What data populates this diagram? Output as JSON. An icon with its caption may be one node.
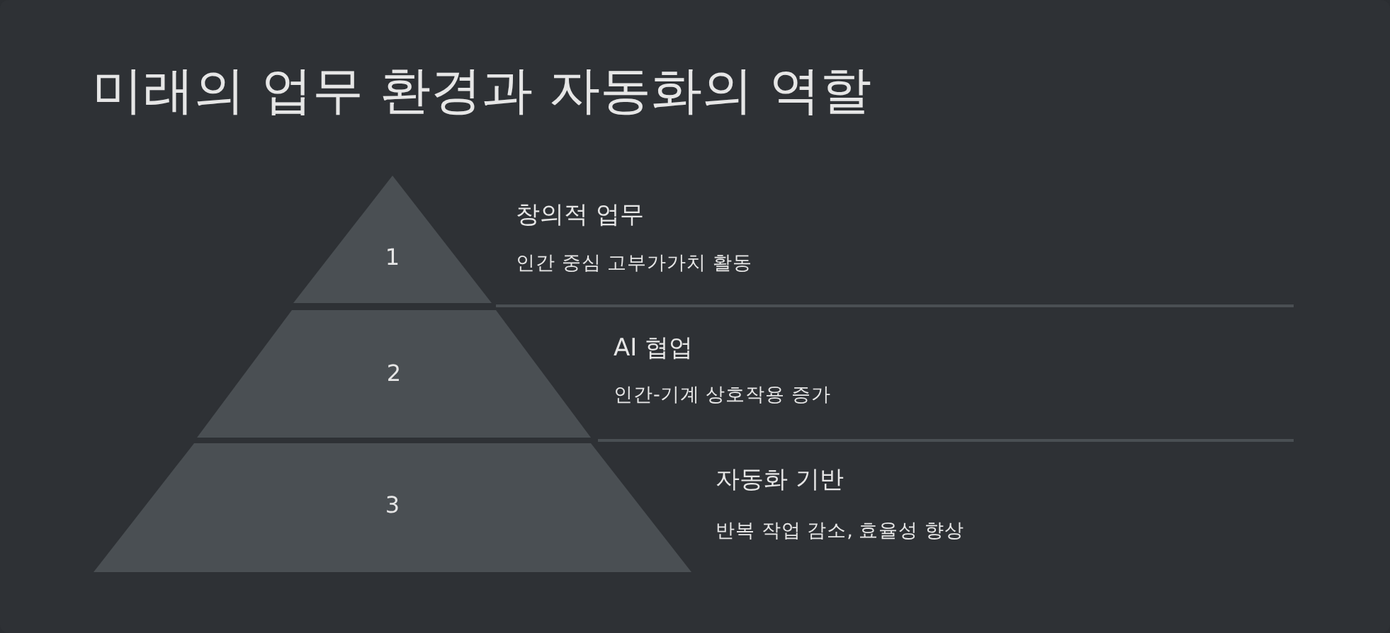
{
  "diagram": {
    "title": "미래의 업무 환경과 자동화의 역할",
    "nodes": [
      {
        "text": [
          "1"
        ],
        "beside": [
          "창의적 업무",
          "인간 중심 고부가가치 활동"
        ]
      },
      {
        "text": [
          "2"
        ],
        "beside": [
          "AI 협업",
          "인간-기계 상호작용 증가"
        ]
      },
      {
        "text": [
          "3"
        ],
        "beside": [
          "자동화 기반",
          "반복 작업 감소, 효율성 향상"
        ]
      }
    ],
    "edges": []
  }
}
